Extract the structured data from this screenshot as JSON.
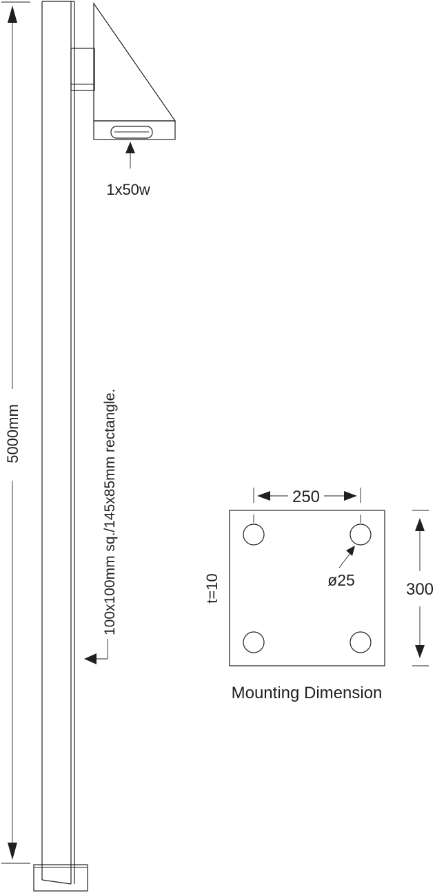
{
  "labels": {
    "height": "5000mm",
    "lamp": "1x50w",
    "pole_section": "100x100mm sq./145x85mm rectangle.",
    "plate_width": "250",
    "plate_height": "300",
    "hole_diameter": "ø25",
    "thickness": "t=10",
    "plate_caption": "Mounting Dimension"
  },
  "colors": {
    "ink": "#231f20",
    "background": "#ffffff"
  }
}
